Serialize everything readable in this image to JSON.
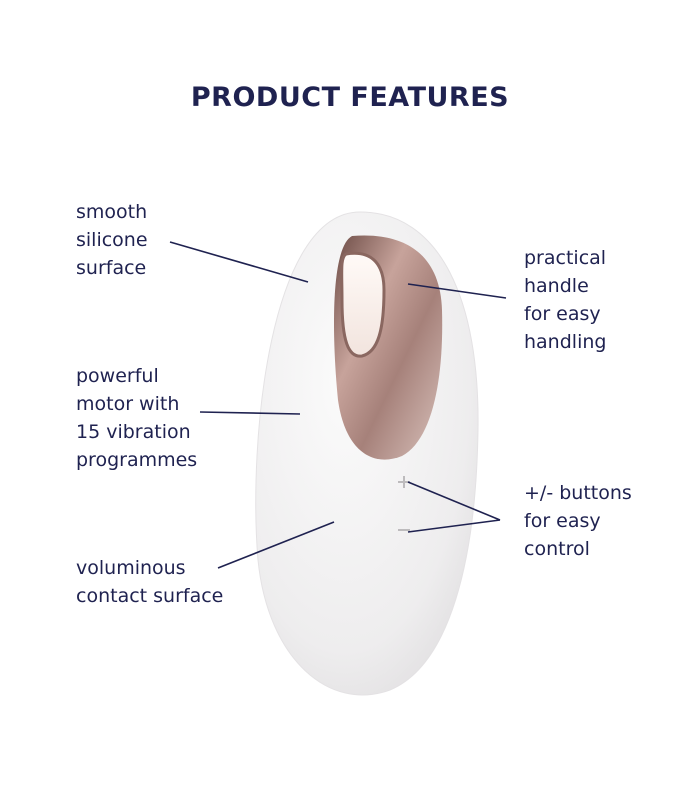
{
  "title": "PRODUCT FEATURES",
  "features": {
    "silicone": "smooth\nsilicone\nsurface",
    "motor": "powerful\nmotor with\n15 vibration\nprogrammes",
    "contact": "voluminous\ncontact surface",
    "handle": "practical\nhandle\nfor easy\nhandling",
    "buttons": "+/- buttons\nfor easy\ncontrol"
  },
  "colors": {
    "text": "#1f2250",
    "body": "#f1f0f1",
    "handle_metal": "#b08a82"
  }
}
